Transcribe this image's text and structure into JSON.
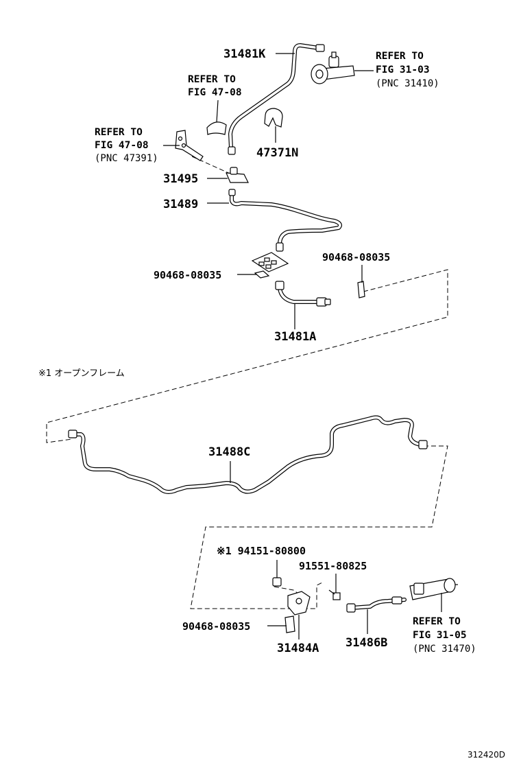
{
  "labels": {
    "p31481K": "31481K",
    "refer_to_a": "REFER TO",
    "fig_31_03": "FIG 31-03",
    "pnc_31410": "(PNC 31410)",
    "refer_to_b": "REFER TO",
    "fig_47_08_b": "FIG 47-08",
    "refer_to_c": "REFER TO",
    "fig_47_08_c": "FIG 47-08",
    "pnc_47391": "(PNC 47391)",
    "p47371N": "47371N",
    "p31495": "31495",
    "p31489": "31489",
    "p90468_08035_a": "90468-08035",
    "p90468_08035_b": "90468-08035",
    "p31481A": "31481A",
    "note_open_frame": "※1 オープンフレーム",
    "p31488C": "31488C",
    "p94151_80800": "※1 94151-80800",
    "p91551_80825": "91551-80825",
    "p90468_08035_c": "90468-08035",
    "p31484A": "31484A",
    "p31486B": "31486B",
    "refer_to_d": "REFER TO",
    "fig_31_05": "FIG 31-05",
    "pnc_31470": "(PNC 31470)",
    "diagram_code": "312420D"
  }
}
